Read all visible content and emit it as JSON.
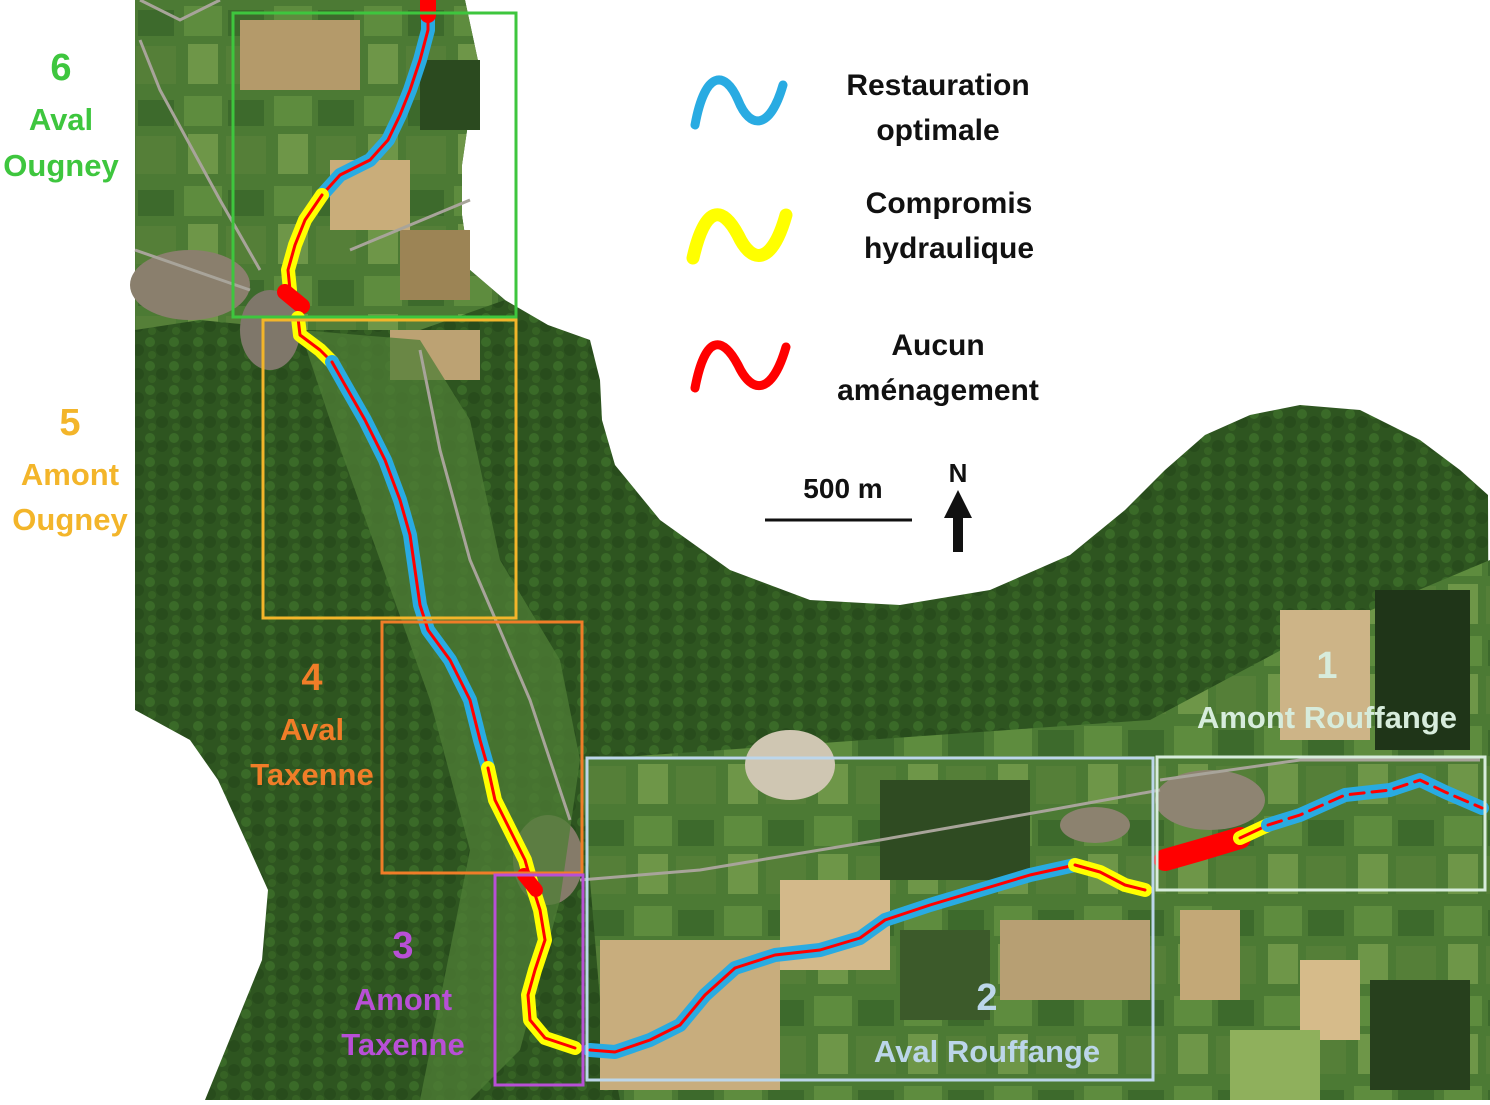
{
  "legend": {
    "items": [
      {
        "label_line1": "Restauration",
        "label_line2": "optimale",
        "color": "#29abe2"
      },
      {
        "label_line1": "Compromis",
        "label_line2": "hydraulique",
        "color": "#ffff00"
      },
      {
        "label_line1": "Aucun",
        "label_line2": "aménagement",
        "color": "#ff0000"
      }
    ]
  },
  "scale": {
    "label": "500 m",
    "north": "N"
  },
  "sections": [
    {
      "number": "1",
      "name": "Amont Rouffange",
      "color": "#d7ecdc"
    },
    {
      "number": "2",
      "name": "Aval Rouffange",
      "color": "#bcd6ea"
    },
    {
      "number": "3",
      "name_line1": "Amont",
      "name_line2": "Taxenne",
      "color": "#b84fd6"
    },
    {
      "number": "4",
      "name_line1": "Aval",
      "name_line2": "Taxenne",
      "color": "#f07d28"
    },
    {
      "number": "5",
      "name_line1": "Amont",
      "name_line2": "Ougney",
      "color": "#f3b52a"
    },
    {
      "number": "6",
      "name_line1": "Aval",
      "name_line2": "Ougney",
      "color": "#3ec63e"
    }
  ]
}
